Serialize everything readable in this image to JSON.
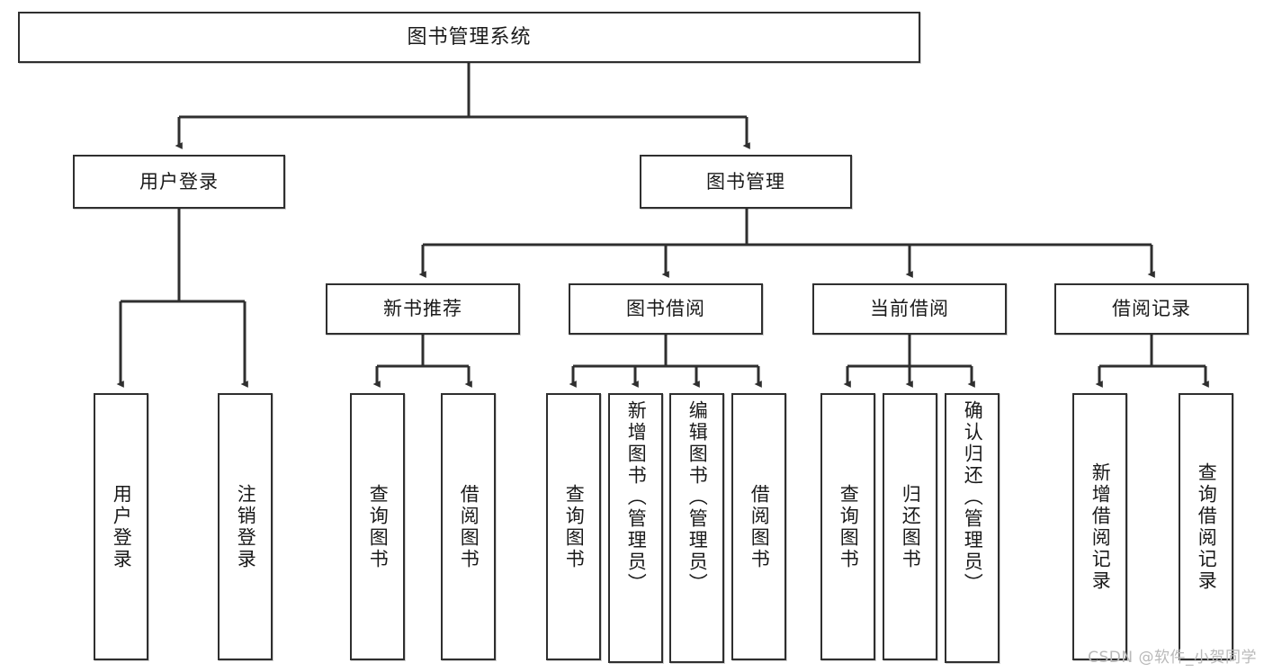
{
  "diagram": {
    "title": "图书管理系统",
    "type": "tree-hierarchy-diagram",
    "colors": {
      "box_border": "#2f2f2f",
      "box_fill": "#ffffff",
      "edge": "#2f2f2f",
      "text": "#1a1a1a",
      "watermark": "#b9b9b9"
    },
    "root": {
      "label": "图书管理系统"
    },
    "level1": [
      {
        "label": "用户登录"
      },
      {
        "label": "图书管理"
      }
    ],
    "level2": [
      {
        "label": "新书推荐"
      },
      {
        "label": "图书借阅"
      },
      {
        "label": "当前借阅"
      },
      {
        "label": "借阅记录"
      }
    ],
    "leaves": {
      "user_login": [
        {
          "label": "用户登录"
        },
        {
          "label": "注销登录"
        }
      ],
      "new_book_recommend": [
        {
          "label": "查询图书"
        },
        {
          "label": "借阅图书"
        }
      ],
      "book_borrow": [
        {
          "label": "查询图书"
        },
        {
          "label": "新增图书（管理员）"
        },
        {
          "label": "编辑图书（管理员）"
        },
        {
          "label": "借阅图书"
        }
      ],
      "current_borrow": [
        {
          "label": "查询图书"
        },
        {
          "label": "归还图书"
        },
        {
          "label": "确认归还（管理员）"
        }
      ],
      "borrow_record": [
        {
          "label": "新增借阅记录"
        },
        {
          "label": "查询借阅记录"
        }
      ]
    }
  },
  "watermark": {
    "text": "CSDN @软件_小贺同学"
  }
}
